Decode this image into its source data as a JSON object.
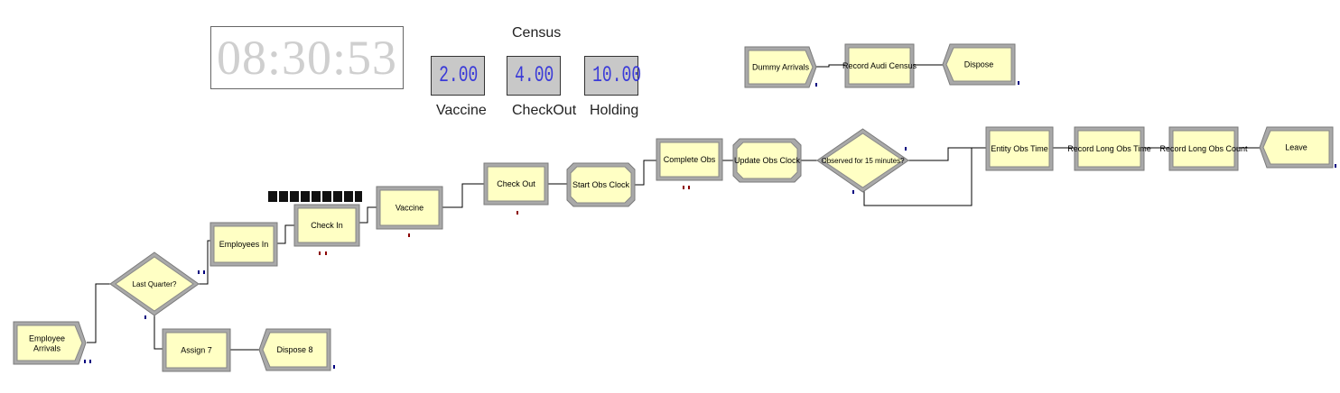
{
  "clock": {
    "time": "08:30:53"
  },
  "census": {
    "title": "Census",
    "counters": [
      {
        "name": "Vaccine",
        "value": "2.00"
      },
      {
        "name": "CheckOut",
        "value": "4.00"
      },
      {
        "name": "Holding",
        "value": "10.00"
      }
    ]
  },
  "modules": {
    "employee_arrivals": "Employee Arrivals",
    "last_quarter": "Last Quarter?",
    "employees_in": "Employees In",
    "check_in": "Check In",
    "vaccine": "Vaccine",
    "check_out": "Check Out",
    "start_obs_clock": "Start Obs Clock",
    "complete_obs": "Complete Obs",
    "update_obs_clock": "Update Obs Clock",
    "observed_15": "Observed for 15 minutes?",
    "entity_obs_time": "Entity Obs Time",
    "record_long_obs_time": "Record Long Obs Time",
    "record_long_obs_count": "Record Long Obs Count",
    "leave": "Leave",
    "assign_7": "Assign 7",
    "dispose_8": "Dispose 8",
    "dummy_arrivals": "Dummy Arrivals",
    "record_audi_census": "Record Audi Census",
    "dispose": "Dispose"
  },
  "colors": {
    "module_fill": "#ffffc4",
    "module_border": "#8f8f8f",
    "connector": "#000000",
    "counter_text": "#3a3ad8",
    "clock_text": "#cfcfcf",
    "indicator": "#000080"
  }
}
